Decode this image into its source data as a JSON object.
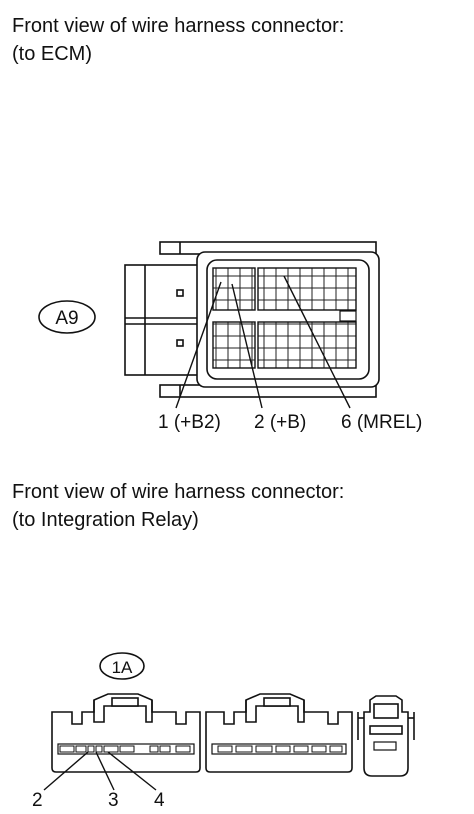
{
  "section1": {
    "caption_line1": "Front view of wire harness connector:",
    "caption_line2": "(to ECM)",
    "connector_id": "A9",
    "pins": [
      {
        "label": "1 (+B2)"
      },
      {
        "label": "2 (+B)"
      },
      {
        "label": "6 (MREL)"
      }
    ]
  },
  "section2": {
    "caption_line1": "Front view of wire harness connector:",
    "caption_line2": "(to Integration Relay)",
    "connector_id": "1A",
    "pins": [
      {
        "label": "2"
      },
      {
        "label": "3"
      },
      {
        "label": "4"
      }
    ]
  }
}
